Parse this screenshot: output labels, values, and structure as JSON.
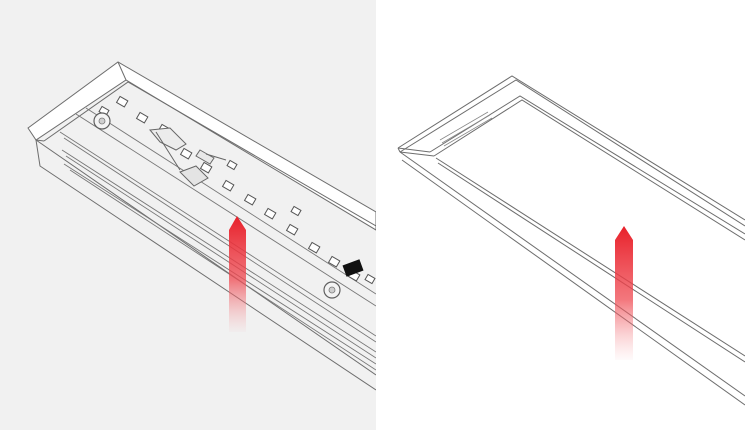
{
  "figure": {
    "panels": [
      {
        "id": "left",
        "subject": "led-linear-light-open",
        "background": "#f1f1f1",
        "arrow_color": "#e8202a"
      },
      {
        "id": "right",
        "subject": "led-linear-light-with-diffuser",
        "background": "#ffffff",
        "arrow_color": "#e8202a"
      }
    ]
  }
}
